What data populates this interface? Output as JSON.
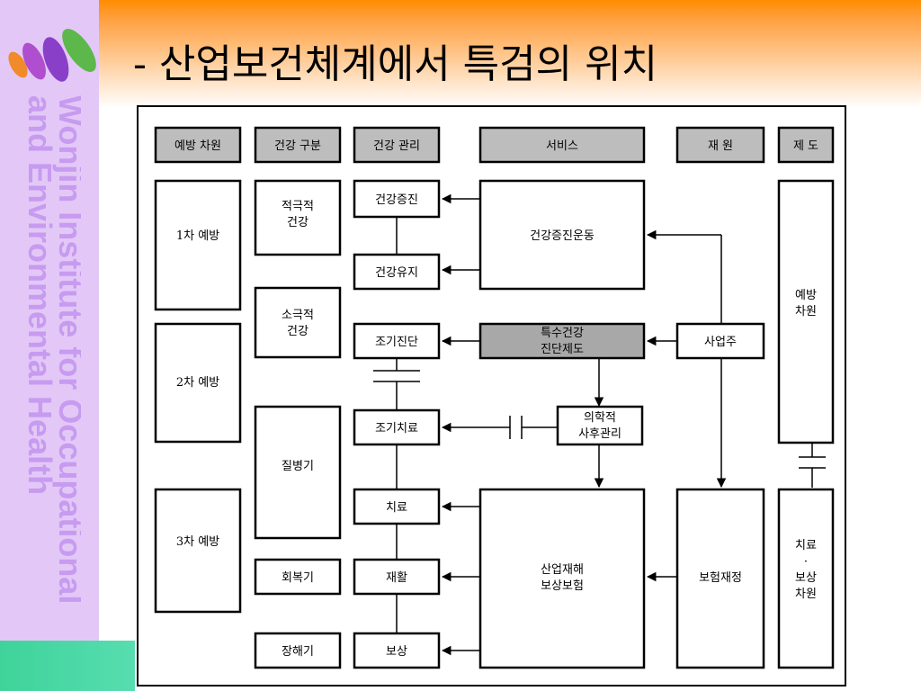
{
  "slide": {
    "title": "- 산업보건체계에서 특검의 위치",
    "sidebar_text": [
      "Wonjin Institute for Occupational",
      "and Environmental Health"
    ],
    "colors": {
      "header_gradient_top": "#FF8C00",
      "header_gradient_bottom": "#FFFFFF",
      "sidebar": "#E3C8F7",
      "sidebar_text": "#C79BF0",
      "green_bar": "#3FD39A",
      "logo_purple": "#B04ED0",
      "logo_orange": "#F08A2A",
      "logo_green": "#5CB84A"
    }
  },
  "diagram": {
    "headers": {
      "prevention": "예방 차원",
      "health_class": "건강 구분",
      "health_mgmt": "건강 관리",
      "service": "서비스",
      "finance": "재 원",
      "system": "제 도"
    },
    "prevention": [
      "1차 예방",
      "2차 예방",
      "3차 예방"
    ],
    "health_class": [
      "적극적\n건강",
      "소극적\n건강",
      "질병기",
      "회복기",
      "장해기"
    ],
    "health_mgmt": [
      "건강증진",
      "건강유지",
      "조기진단",
      "조기치료",
      "치료",
      "재활",
      "보상"
    ],
    "service": {
      "promotion": "건강증진운동",
      "special_exam": "특수건강\n진단제도",
      "followup": "의학적\n사후관리",
      "insurance": "산업재해\n보상보험"
    },
    "finance": {
      "employer": "사업주",
      "insurance_fund": "보험재정"
    },
    "system": {
      "prevention_dim": "예방\n\n차원",
      "treatment_dim": "치료\n·\n보상\n\n차원"
    }
  }
}
